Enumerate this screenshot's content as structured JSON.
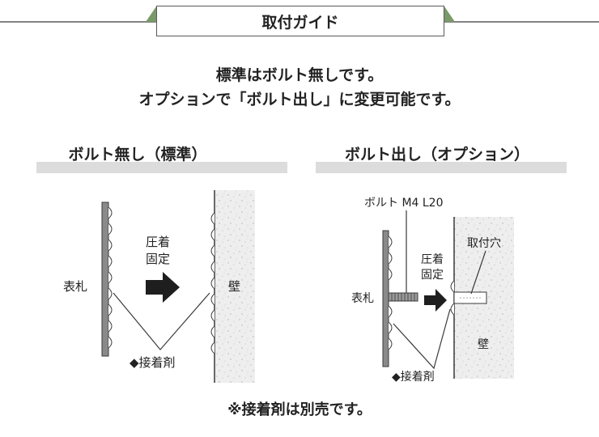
{
  "header": {
    "title": "取付ガイド"
  },
  "intro": {
    "line1": "標準はボルト無しです。",
    "line2": "オプションで「ボルト出し」に変更可能です。"
  },
  "left_panel": {
    "heading": "ボルト無し（標準）",
    "plate_label": "表札",
    "action_label_1": "圧着",
    "action_label_2": "固定",
    "wall_label": "壁",
    "adhesive_label": "◆接着剤"
  },
  "right_panel": {
    "heading": "ボルト出し（オプション）",
    "bolt_label": "ボルト M4 L20",
    "hole_label": "取付穴",
    "plate_label": "表札",
    "action_label_1": "圧着",
    "action_label_2": "固定",
    "wall_label": "壁",
    "adhesive_label": "◆接着剤"
  },
  "footnote": "※接着剤は別売です。",
  "colors": {
    "divider_line": "#5a5a5a",
    "tab_accent": "#7a9a6a",
    "section_bar": "#dcdcdc",
    "plate_fill": "#8a8a8a",
    "wall_fill": "#eeeeee",
    "arrow_fill": "#1e1e1e"
  }
}
